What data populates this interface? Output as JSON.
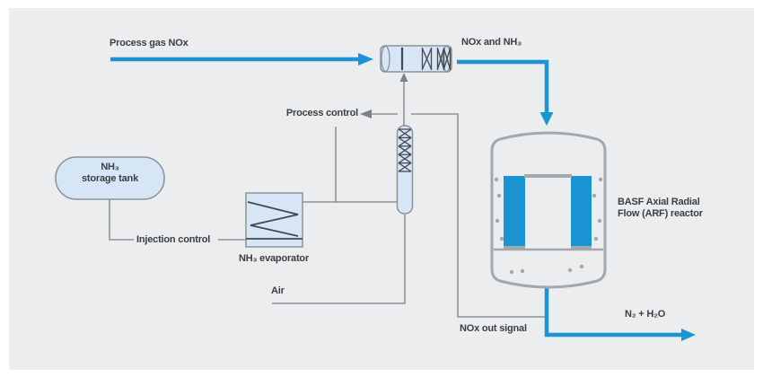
{
  "diagram": {
    "labels": {
      "process_gas": "Process gas NOx",
      "nox_and_nh3": "NOx and NH₃",
      "process_control": "Process control",
      "tank_line1": "NH₃",
      "tank_line2": "storage tank",
      "injection_control": "Injection control",
      "evaporator": "NH₃ evaporator",
      "air": "Air",
      "nox_out_signal": "NOx out signal",
      "reactor_line1": "BASF Axial Radial",
      "reactor_line2": "Flow (ARF) reactor",
      "outlet": "N₂ + H₂O"
    },
    "colors": {
      "accent_blue": "#1a94d2",
      "light_blue_fill": "#d6e6f7",
      "equipment_gray": "#8a939c",
      "reactor_gray": "#a2a8ae",
      "line_gray": "#7b8187",
      "internals_dark": "#45494e",
      "text_dark": "#3b3f43",
      "panel_bg": "#ebedee",
      "page_bg": "#ffffff"
    }
  }
}
